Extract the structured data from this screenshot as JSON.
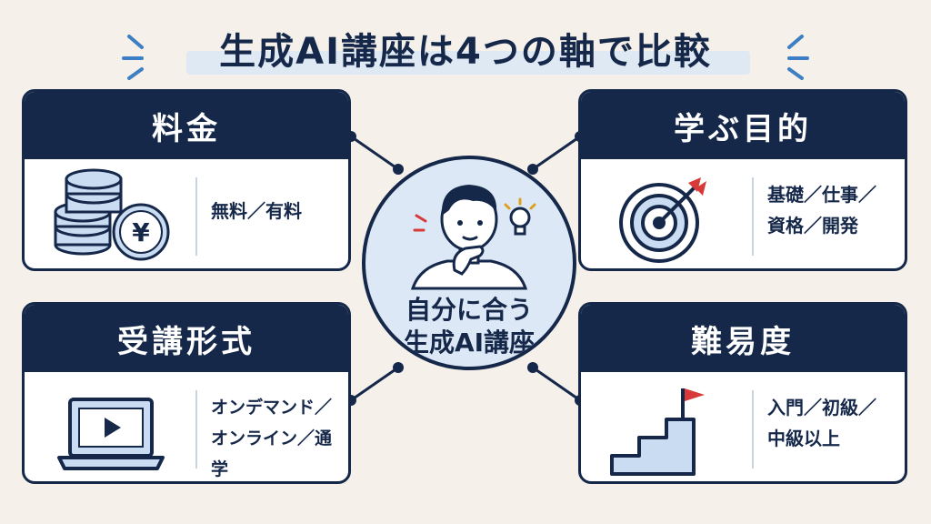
{
  "title": "生成AI講座は4つの軸で比較",
  "center": {
    "label": "自分に合う\n生成AI講座"
  },
  "cards": {
    "fee": {
      "heading": "料金",
      "text": "無料／有料",
      "icon": "coins-yen-icon"
    },
    "purpose": {
      "heading": "学ぶ目的",
      "text": "基礎／仕事／\n資格／開発",
      "icon": "target-arrow-icon"
    },
    "format": {
      "heading": "受講形式",
      "text": "オンデマンド／\nオンライン／通学",
      "icon": "laptop-play-icon"
    },
    "level": {
      "heading": "難易度",
      "text": "入門／初級／\n中級以上",
      "icon": "stairs-flag-icon"
    }
  },
  "colors": {
    "navy": "#15284a",
    "light_blue": "#dce8f5",
    "accent_blue": "#3d7fc4",
    "accent_red": "#d83a3a",
    "background": "#f5f1ea"
  }
}
